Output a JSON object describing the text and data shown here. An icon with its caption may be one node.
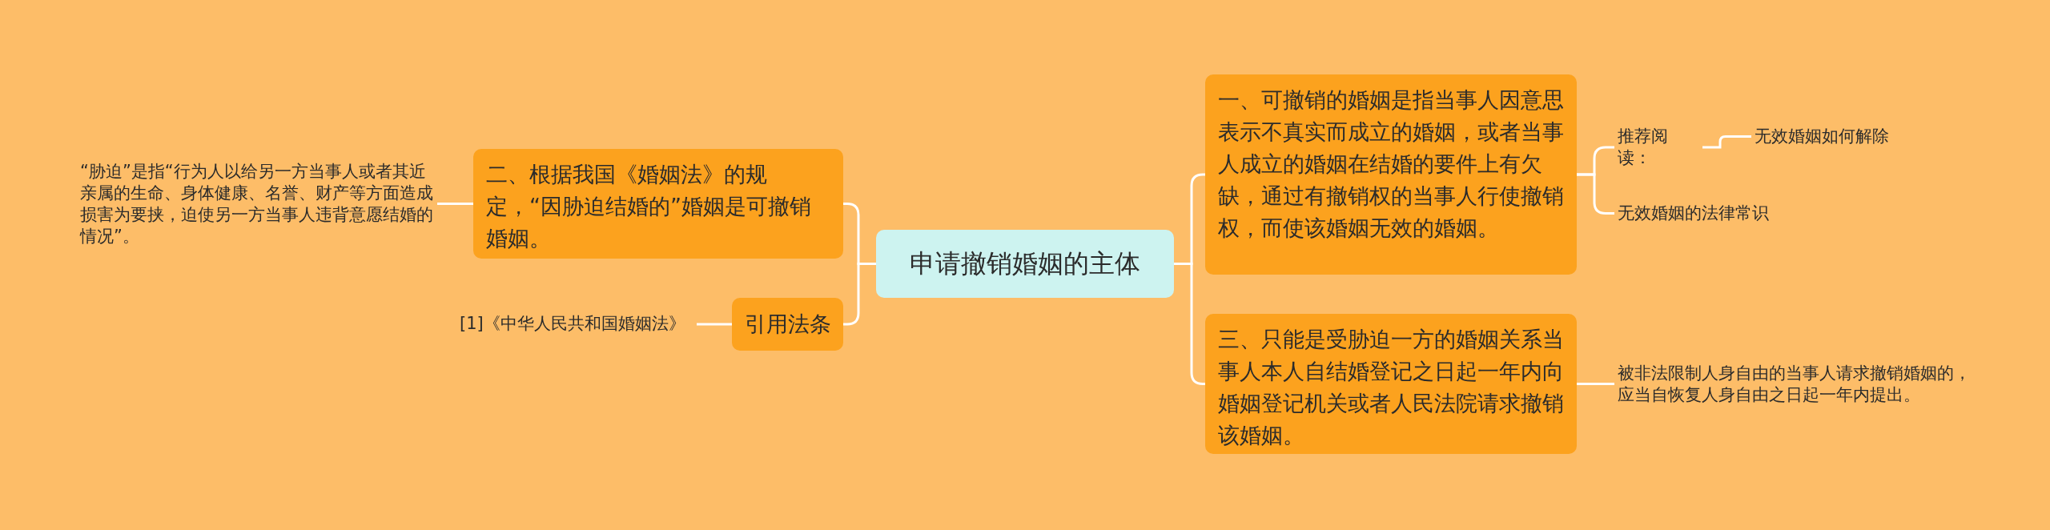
{
  "diagram": {
    "nodes": [
      {
        "text": [
          "申请撤销婚姻的主体"
        ]
      },
      {
        "text": [
          "二、根据我国《婚姻法》的规定，“因胁迫结婚的”婚姻是可撤销婚姻。"
        ]
      },
      {
        "text": [
          "“胁迫”是指“行为人以给另一方当事人或者其近亲属的生命、身体健康、名誉、财产等方面造成损害为要挟，迫使另一方当事人违背意愿结婚的情况”。"
        ]
      },
      {
        "text": [
          "引用法条"
        ]
      },
      {
        "text": [
          "[1]《中华人民共和国婚姻法》"
        ]
      },
      {
        "text": [
          "一、可撤销的婚姻是指当事人因意思表示不真实而成立的婚姻，或者当事人成立的婚姻在结婚的要件上有欠缺，通过有撤销权的当事人行使撤销权，而使该婚姻无效的婚姻。"
        ]
      },
      {
        "text": [
          "推荐阅读："
        ]
      },
      {
        "text": [
          "无效婚姻如何解除"
        ]
      },
      {
        "text": [
          "无效婚姻的法律常识"
        ]
      },
      {
        "text": [
          "三、只能是受胁迫一方的婚姻关系当事人本人自结婚登记之日起一年内向婚姻登记机关或者人民法院请求撤销该婚姻。"
        ]
      },
      {
        "text": [
          "被非法限制人身自由的当事人请求撤销婚姻的，应当自恢复人身自由之日起一年内提出。"
        ]
      }
    ],
    "edges": [
      {
        "from": 0,
        "to": 1,
        "arrow": "none"
      },
      {
        "from": 1,
        "to": 2,
        "arrow": "none"
      },
      {
        "from": 0,
        "to": 3,
        "arrow": "none"
      },
      {
        "from": 3,
        "to": 4,
        "arrow": "none"
      },
      {
        "from": 0,
        "to": 5,
        "arrow": "none"
      },
      {
        "from": 5,
        "to": 6,
        "arrow": "none"
      },
      {
        "from": 6,
        "to": 7,
        "arrow": "none"
      },
      {
        "from": 5,
        "to": 8,
        "arrow": "none"
      },
      {
        "from": 0,
        "to": 9,
        "arrow": "none"
      },
      {
        "from": 9,
        "to": 10,
        "arrow": "none"
      }
    ]
  }
}
